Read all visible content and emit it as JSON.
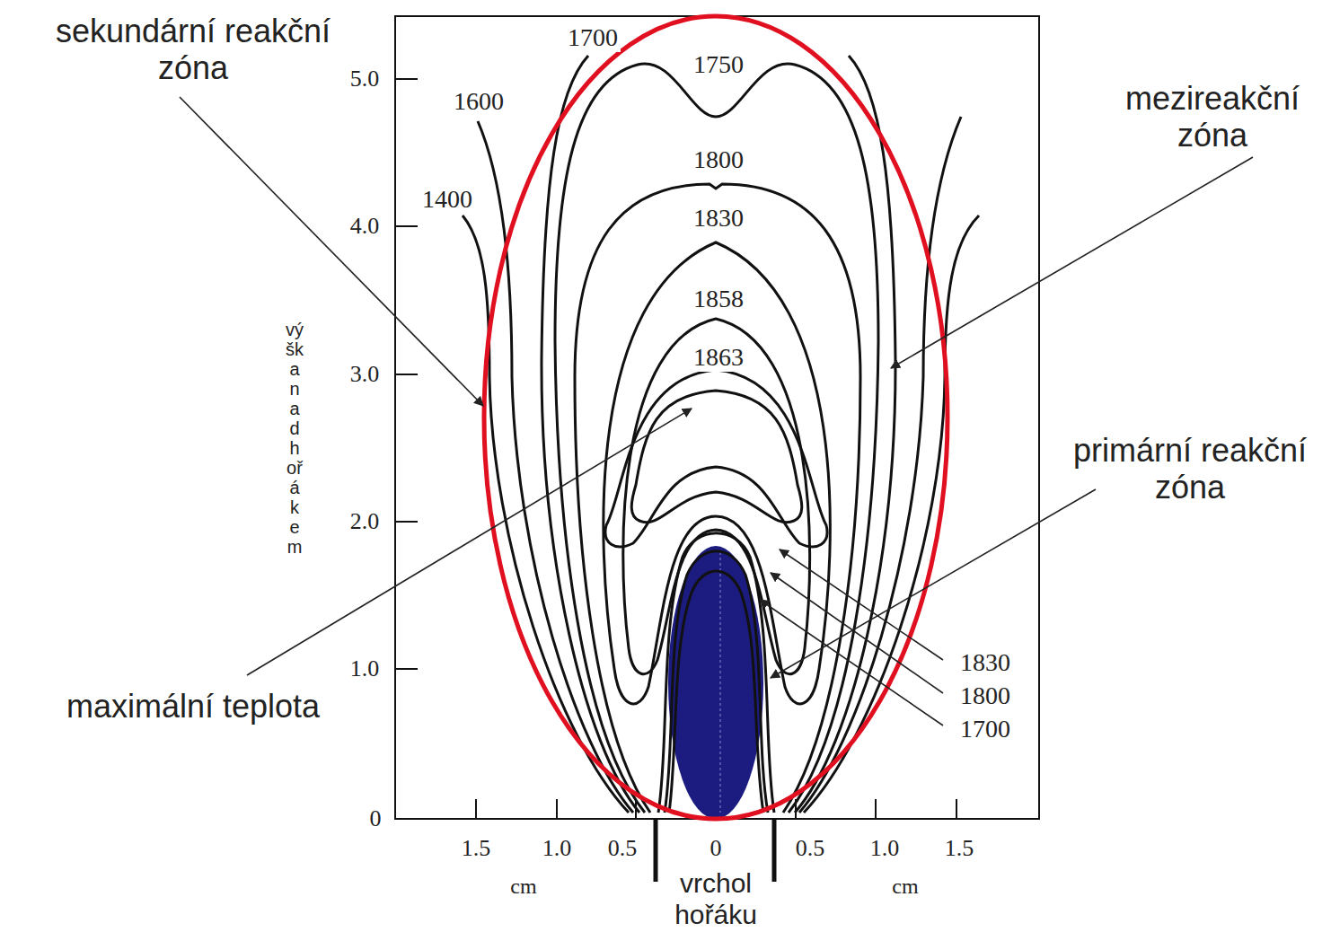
{
  "diagram": {
    "labels": [
      "sekundární reakční zóna",
      "1700",
      "1750",
      "1600",
      "mezireakční zóna",
      "1800",
      "1400",
      "1830",
      "1858",
      "1863",
      "výška nad hořákem",
      "primární reakční zóna",
      "maximální teplota",
      "1830",
      "1800",
      "1700",
      "5.0",
      "4.0",
      "3.0",
      "2.0",
      "1.0",
      "0",
      "1.5",
      "1.0",
      "0.5",
      "0",
      "0.5",
      "1.0",
      "1.5",
      "cm",
      "cm",
      "vrchol hořáku"
    ]
  }
}
